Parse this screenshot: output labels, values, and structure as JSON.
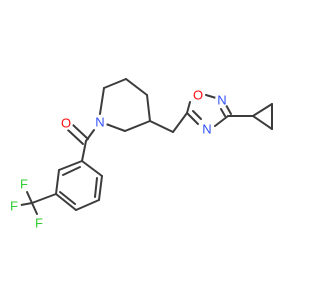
{
  "molecule": {
    "atom_labels": {
      "carbonyl_oxygen": "O",
      "piperidine_nitrogen": "N",
      "ring_oxygen": "O",
      "ring_nitrogen_top": "N",
      "ring_nitrogen_bottom": "N",
      "fluorine_top": "F",
      "fluorine_left": "F",
      "fluorine_bottom": "F"
    }
  },
  "colors": {
    "bond": "#3c3c3c",
    "oxygen": "#ff0d0d",
    "nitrogen": "#3050f8",
    "fluorine": "#33cc33",
    "background": "#ffffff"
  }
}
